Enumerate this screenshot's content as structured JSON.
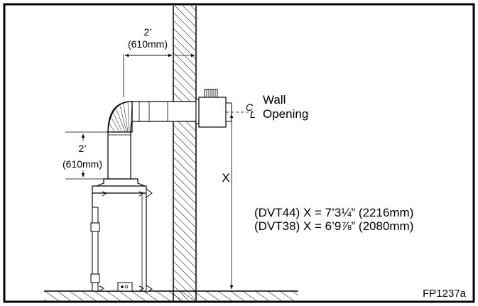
{
  "horizontal_dimension": {
    "feet": "2’",
    "metric": "(610mm)"
  },
  "vertical_dimension": {
    "feet": "2’",
    "metric": "(610mm)"
  },
  "wall_opening": {
    "line1": "Wall",
    "line2": "Opening",
    "centerline_c": "C",
    "centerline_l": "L"
  },
  "height_label": "X",
  "formulas": [
    "(DVT44) X = 7’3¼” (2216mm)",
    "(DVT38) X = 6’9⅞” (2080mm)"
  ],
  "figure_code": "FP1237a"
}
